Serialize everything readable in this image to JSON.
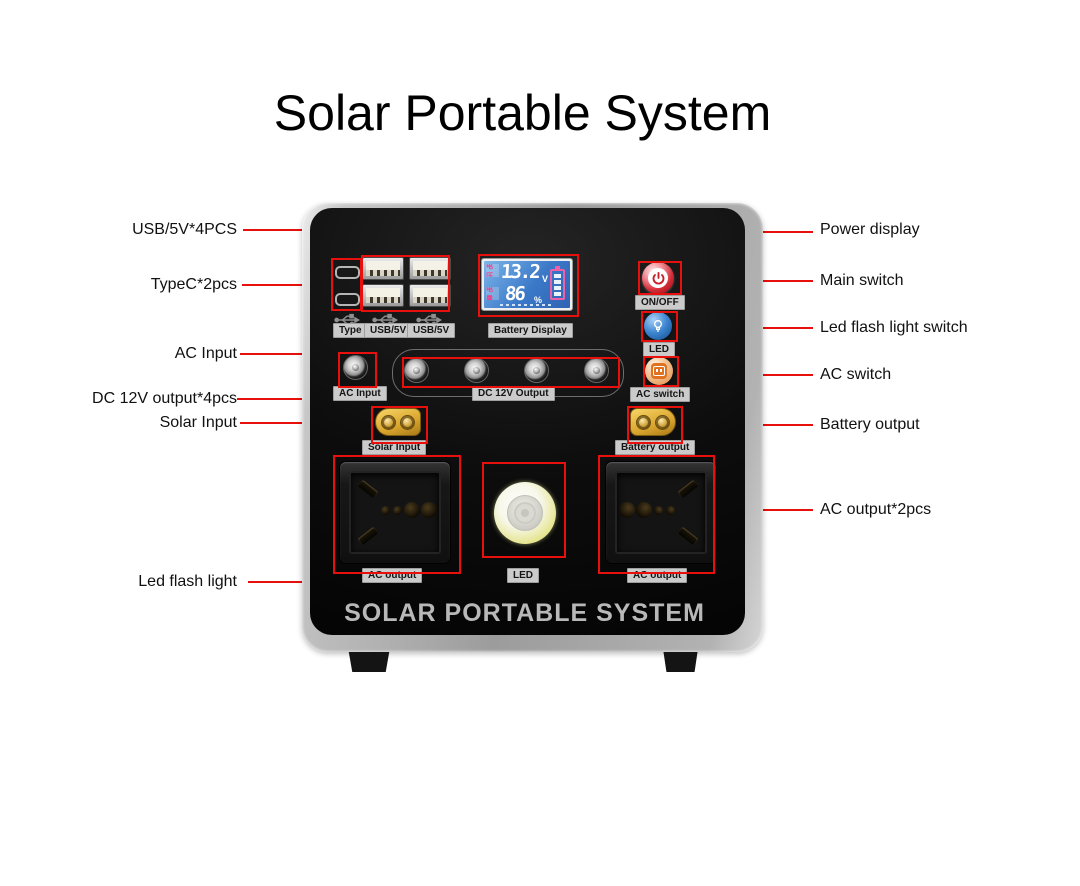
{
  "title": "Solar Portable System",
  "brand_text": "SOLAR PORTABLE SYSTEM",
  "colors": {
    "annotation_red": "#e8100c",
    "background": "#ffffff",
    "device_face": "#0d0d0d",
    "frame_silver": "#b2b2b2",
    "tag_bg": "#cbcbcb",
    "lcd_blue": "#3b79c8",
    "lcd_accent_magenta": "#ef5fa8",
    "power_button_red": "#d42b35",
    "led_button_blue": "#3d85d0",
    "ac_button_orange": "#e8a060",
    "xt60_yellow": "#d9a52e"
  },
  "callouts": {
    "left": [
      {
        "text": "USB/5V*4PCS"
      },
      {
        "text": "TypeC*2pcs"
      },
      {
        "text": "AC Input"
      },
      {
        "text": "DC 12V output*4pcs"
      },
      {
        "text": "Solar Input"
      },
      {
        "text": "Led flash light"
      }
    ],
    "right": [
      {
        "text": "Power display"
      },
      {
        "text": "Main switch"
      },
      {
        "text": "Led flash light switch"
      },
      {
        "text": "AC switch"
      },
      {
        "text": "Battery output"
      },
      {
        "text": "AC output*2pcs"
      }
    ]
  },
  "device": {
    "tags": {
      "type_c": "Type C",
      "usb_1": "USB/5V",
      "usb_2": "USB/5V",
      "battery_display": "Battery Display",
      "on_off": "ON/OFF",
      "led_switch": "LED",
      "ac_switch": "AC switch",
      "ac_input": "AC Input",
      "dc_12v_output": "DC 12V Output",
      "solar_input": "Solar Input",
      "battery_output": "Battery output",
      "ac_output_left": "AC output",
      "led_lamp": "LED",
      "ac_output_right": "AC output"
    },
    "lcd": {
      "voltage_label": "电压",
      "voltage_value": "13.2",
      "voltage_unit": "V",
      "charge_label": "电量",
      "charge_value": "86",
      "charge_unit": "%"
    }
  }
}
